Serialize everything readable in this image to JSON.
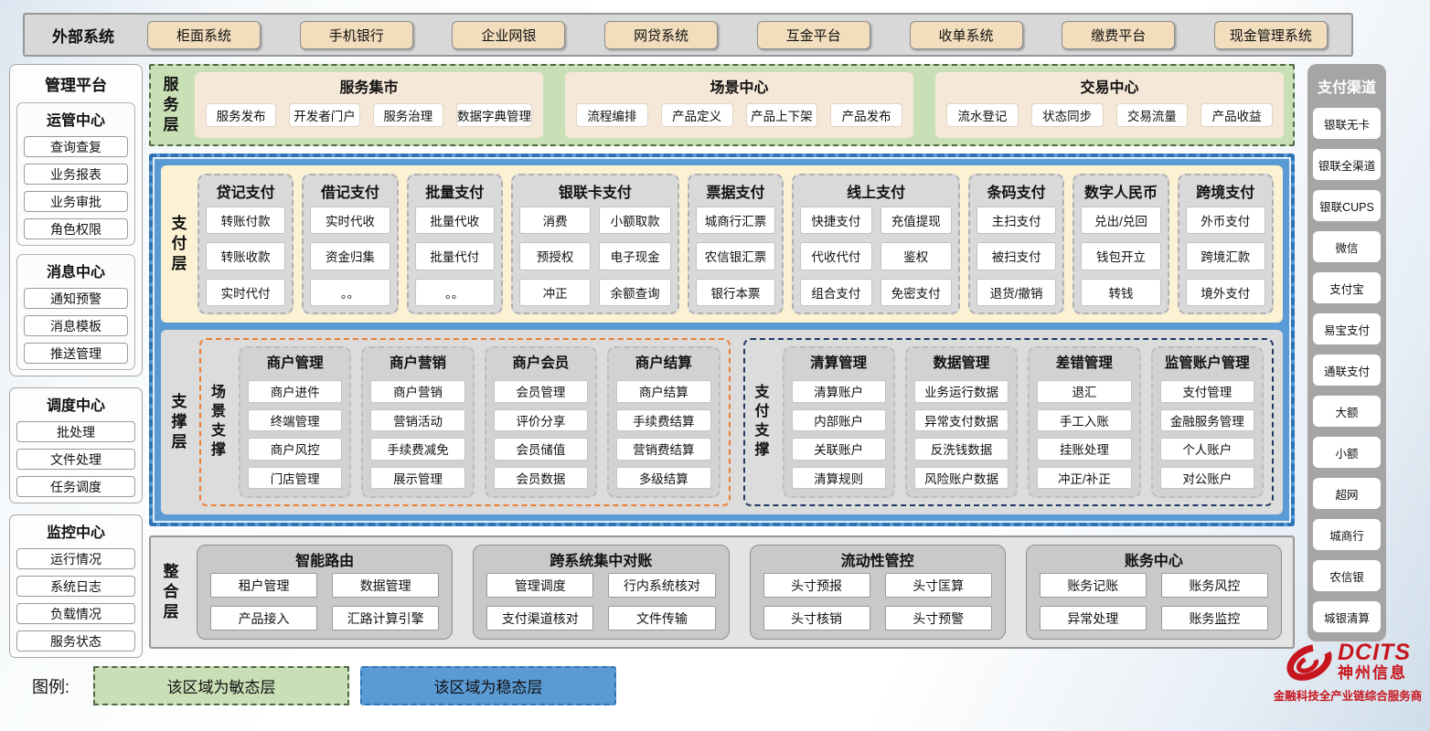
{
  "external_systems": {
    "title": "外部系统",
    "items": [
      "柜面系统",
      "手机银行",
      "企业网银",
      "网贷系统",
      "互金平台",
      "收单系统",
      "缴费平台",
      "现金管理系统"
    ]
  },
  "management_platform": {
    "boxes": [
      {
        "title": "管理平台",
        "groups": [
          {
            "title": "运管中心",
            "items": [
              "查询查复",
              "业务报表",
              "业务审批",
              "角色权限"
            ]
          },
          {
            "title": "消息中心",
            "items": [
              "通知预警",
              "消息模板",
              "推送管理"
            ]
          }
        ]
      },
      {
        "groups": [
          {
            "title": "调度中心",
            "items": [
              "批处理",
              "文件处理",
              "任务调度"
            ]
          }
        ]
      },
      {
        "groups": [
          {
            "title": "监控中心",
            "items": [
              "运行情况",
              "系统日志",
              "负载情况",
              "服务状态"
            ]
          }
        ]
      }
    ]
  },
  "service_layer": {
    "label": "服务层",
    "groups": [
      {
        "title": "服务集市",
        "items": [
          "服务发布",
          "开发者门户",
          "服务治理",
          "数据字典管理"
        ]
      },
      {
        "title": "场景中心",
        "items": [
          "流程编排",
          "产品定义",
          "产品上下架",
          "产品发布"
        ]
      },
      {
        "title": "交易中心",
        "items": [
          "流水登记",
          "状态同步",
          "交易流量",
          "产品收益"
        ]
      }
    ]
  },
  "payment_layer": {
    "label": "支付层",
    "columns": [
      {
        "title": "贷记支付",
        "cols": 1,
        "items": [
          "转账付款",
          "转账收款",
          "实时代付"
        ]
      },
      {
        "title": "借记支付",
        "cols": 1,
        "items": [
          "实时代收",
          "资金归集",
          "。。"
        ]
      },
      {
        "title": "批量支付",
        "cols": 1,
        "items": [
          "批量代收",
          "批量代付",
          "。。"
        ]
      },
      {
        "title": "银联卡支付",
        "cols": 2,
        "items": [
          "消费",
          "小额取款",
          "预授权",
          "电子现金",
          "冲正",
          "余额查询"
        ]
      },
      {
        "title": "票据支付",
        "cols": 1,
        "items": [
          "城商行汇票",
          "农信银汇票",
          "银行本票"
        ]
      },
      {
        "title": "线上支付",
        "cols": 2,
        "items": [
          "快捷支付",
          "充值提现",
          "代收代付",
          "鉴权",
          "组合支付",
          "免密支付"
        ]
      },
      {
        "title": "条码支付",
        "cols": 1,
        "items": [
          "主扫支付",
          "被扫支付",
          "退货/撤销"
        ]
      },
      {
        "title": "数字人民币",
        "cols": 1,
        "items": [
          "兑出/兑回",
          "钱包开立",
          "转钱"
        ]
      },
      {
        "title": "跨境支付",
        "cols": 1,
        "items": [
          "外币支付",
          "跨境汇款",
          "境外支付"
        ]
      }
    ]
  },
  "support_layer": {
    "label": "支撑层",
    "sections": [
      {
        "label": "场景支撑",
        "accent": "#ED7D31",
        "columns": [
          {
            "title": "商户管理",
            "items": [
              "商户进件",
              "终端管理",
              "商户风控",
              "门店管理"
            ]
          },
          {
            "title": "商户营销",
            "items": [
              "商户营销",
              "营销活动",
              "手续费减免",
              "展示管理"
            ]
          },
          {
            "title": "商户会员",
            "items": [
              "会员管理",
              "评价分享",
              "会员储值",
              "会员数据"
            ]
          },
          {
            "title": "商户结算",
            "items": [
              "商户结算",
              "手续费结算",
              "营销费结算",
              "多级结算"
            ]
          }
        ]
      },
      {
        "label": "支付支撑",
        "accent": "#1F3864",
        "columns": [
          {
            "title": "清算管理",
            "items": [
              "清算账户",
              "内部账户",
              "关联账户",
              "清算规则"
            ]
          },
          {
            "title": "数据管理",
            "items": [
              "业务运行数据",
              "异常支付数据",
              "反洗钱数据",
              "风险账户数据"
            ]
          },
          {
            "title": "差错管理",
            "items": [
              "退汇",
              "手工入账",
              "挂账处理",
              "冲正/补正"
            ]
          },
          {
            "title": "监管账户管理",
            "items": [
              "支付管理",
              "金融服务管理",
              "个人账户",
              "对公账户"
            ]
          }
        ]
      }
    ]
  },
  "integration_layer": {
    "label": "整合层",
    "sections": [
      {
        "title": "智能路由",
        "items": [
          "租户管理",
          "数据管理",
          "产品接入",
          "汇路计算引擎"
        ]
      },
      {
        "title": "跨系统集中对账",
        "items": [
          "管理调度",
          "行内系统核对",
          "支付渠道核对",
          "文件传输"
        ]
      },
      {
        "title": "流动性管控",
        "items": [
          "头寸预报",
          "头寸匡算",
          "头寸核销",
          "头寸预警"
        ]
      },
      {
        "title": "账务中心",
        "items": [
          "账务记账",
          "账务风控",
          "异常处理",
          "账务监控"
        ]
      }
    ]
  },
  "payment_channels": {
    "title": "支付渠道",
    "items": [
      "银联无卡",
      "银联全渠道",
      "银联CUPS",
      "微信",
      "支付宝",
      "易宝支付",
      "通联支付",
      "大额",
      "小额",
      "超网",
      "城商行",
      "农信银",
      "城银清算"
    ]
  },
  "legend": {
    "label": "图例:",
    "items": [
      {
        "text": "该区域为敏态层",
        "type": "agile",
        "fill": "#C9E0B6",
        "border": "#4F6847"
      },
      {
        "text": "该区域为稳态层",
        "type": "stable",
        "fill": "#5B9BD5",
        "border": "#2E74B5"
      }
    ]
  },
  "logo": {
    "brand": "DCITS",
    "company": "神州信息",
    "tagline": "金融科技全产业链综合服务商",
    "color": "#C8161E"
  },
  "colors": {
    "agile_green": "#C9E0B6",
    "stable_blue": "#5B9BD5",
    "payment_cream": "#FCF2D3",
    "panel_gray": "#D9D9D9",
    "channel_gray": "#A7A4A4"
  }
}
